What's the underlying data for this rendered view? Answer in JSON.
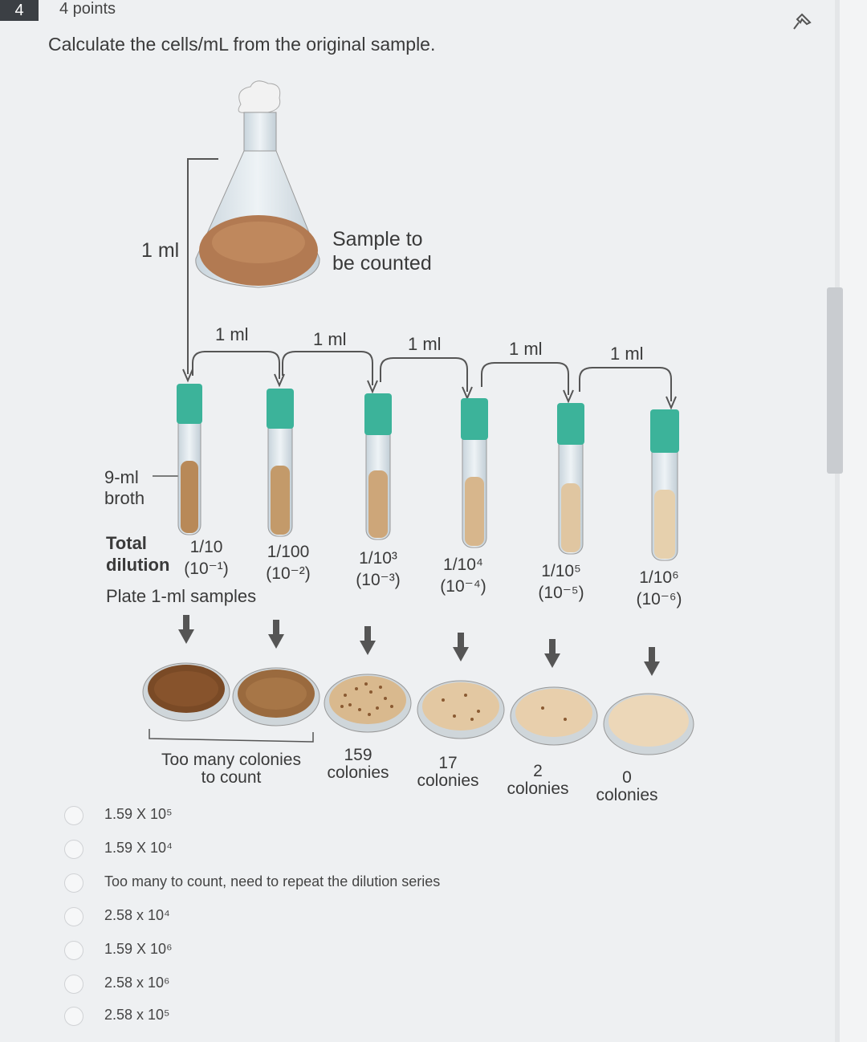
{
  "header": {
    "number": "4",
    "points": "4 points"
  },
  "question": "Calculate the cells/mL from the original sample.",
  "figure": {
    "flask_transfer": "1 ml",
    "sample_label_line1": "Sample to",
    "sample_label_line2": "be counted",
    "transfers": [
      "1 ml",
      "1 ml",
      "1 ml",
      "1 ml",
      "1 ml"
    ],
    "broth_line1": "9-ml",
    "broth_line2": "broth",
    "total_label": "Total",
    "dilution_label": "dilution",
    "plate_label": "Plate 1-ml samples",
    "tubes": [
      {
        "fraction": "1/10",
        "exponent": "(10⁻¹)"
      },
      {
        "fraction": "1/100",
        "exponent": "(10⁻²)"
      },
      {
        "fraction": "1/10³",
        "exponent": "(10⁻³)"
      },
      {
        "fraction": "1/10⁴",
        "exponent": "(10⁻⁴)"
      },
      {
        "fraction": "1/10⁵",
        "exponent": "(10⁻⁵)"
      },
      {
        "fraction": "1/10⁶",
        "exponent": "(10⁻⁶)"
      }
    ],
    "colony_counts": [
      {
        "line1": "Too many colonies",
        "line2": "to count"
      },
      {
        "line1": "159",
        "line2": "colonies"
      },
      {
        "line1": "17",
        "line2": "colonies"
      },
      {
        "line1": "2",
        "line2": "colonies"
      },
      {
        "line1": "0",
        "line2": "colonies"
      }
    ]
  },
  "answers": [
    "1.59 X 10⁵",
    "1.59 X 10⁴",
    "Too many to count, need to repeat the dilution series",
    "2.58 x 10⁴",
    "1.59 X 10⁶",
    "2.58 x 10⁶",
    "2.58 x 10⁵"
  ],
  "colors": {
    "cap": "#3cb39a",
    "broth": "#d9b98e",
    "plate": "#e6cfae",
    "colony": "#7a4a26"
  }
}
